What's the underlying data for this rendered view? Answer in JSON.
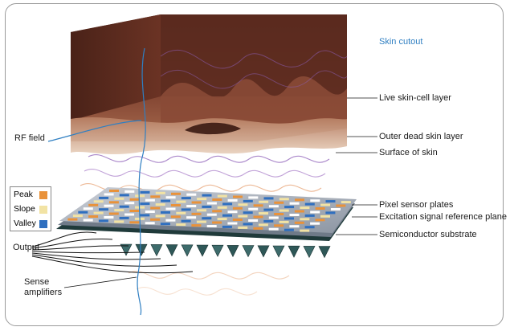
{
  "title": "Skin cutout",
  "labels": {
    "live_skin": "Live skin-cell layer",
    "outer_dead": "Outer dead skin layer",
    "surface": "Surface of skin",
    "pixel_plates": "Pixel sensor plates",
    "excitation": "Excitation signal reference plane",
    "substrate": "Semiconductor substrate",
    "rf_field": "RF field",
    "output": "Output",
    "sense_amps": "Sense\namplifiers"
  },
  "legend": [
    {
      "label": "Peak",
      "color": "#e9923a"
    },
    {
      "label": "Slope",
      "color": "#f2e3a4"
    },
    {
      "label": "Valley",
      "color": "#2f6fbf"
    }
  ],
  "colors": {
    "skin_dark": "#6b3526",
    "skin_mid": "#9a5a42",
    "skin_light": "#d9b49c",
    "wave_purple": "#8e5fb8",
    "wave_orange": "#e8a87c",
    "rf_blue": "#2f7fc2",
    "substrate": "#1f3a3a",
    "leader": "#1a1a1a"
  }
}
